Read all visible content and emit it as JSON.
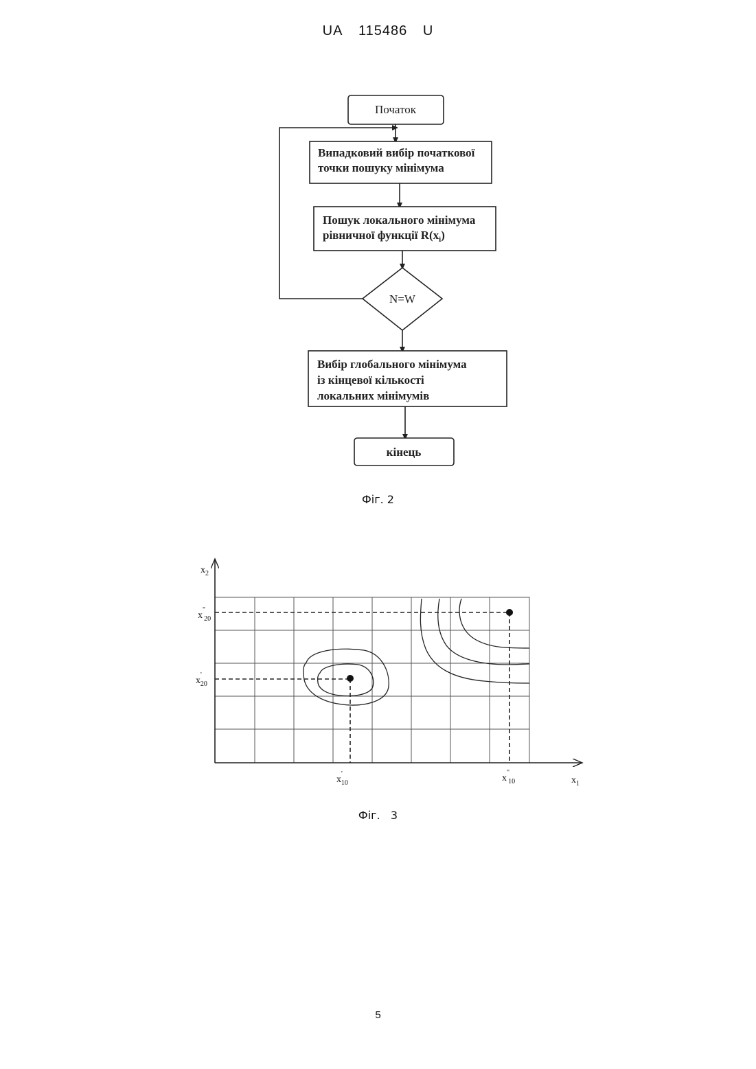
{
  "header": {
    "country": "UA",
    "number": "115486",
    "kind": "U"
  },
  "fig2": {
    "start": "Початок",
    "step1": [
      "Випадковий вибір початкової",
      "точки пошуку мінімума"
    ],
    "step2_line1": "Пошук локального мінімума",
    "step2_line2_prefix": "рівничної функції R(x",
    "step2_line2_sub": "i",
    "step2_line2_suffix": ")",
    "decision": "N=W",
    "step3": [
      "Вибір глобального мінімума",
      "із кінцевої кількості",
      "локальних мінімумів"
    ],
    "end": "кінець",
    "caption": "Фіг. 2"
  },
  "fig3": {
    "y_axis": {
      "base": "x",
      "sub": "2"
    },
    "x_axis": {
      "base": "x",
      "sub": "1"
    },
    "x10_1": {
      "base": "x",
      "sup": "'",
      "sub": "10"
    },
    "x10_2": {
      "base": "x",
      "sup": "\"",
      "sub": "10"
    },
    "x20_1": {
      "base": "x",
      "sup": "'",
      "sub": "20"
    },
    "x20_2": {
      "base": "x",
      "sup": "\"",
      "sub": "20"
    },
    "caption": "Фіг.   3"
  },
  "page_number": "5"
}
